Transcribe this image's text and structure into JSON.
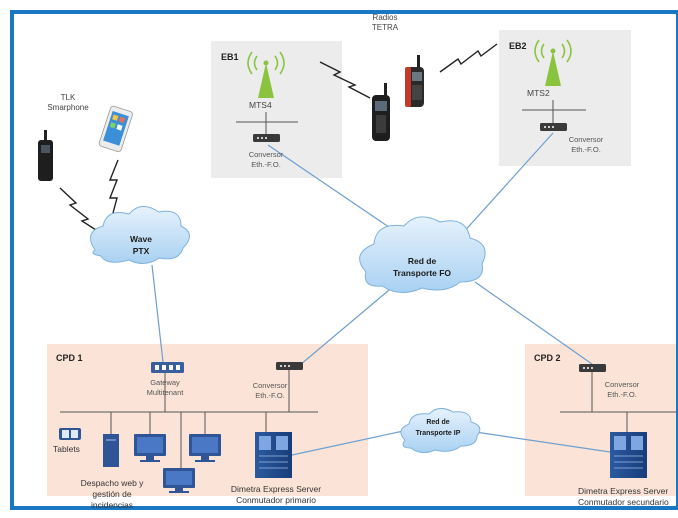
{
  "sites": {
    "eb1": {
      "title": "EB1",
      "station": "MTS4",
      "converter_line1": "Conversor",
      "converter_line2": "Eth.-F.O."
    },
    "eb2": {
      "title": "EB2",
      "station": "MTS2",
      "converter_line1": "Conversor",
      "converter_line2": "Eth.-F.O."
    },
    "cpd1": {
      "title": "CPD 1",
      "gateway_line1": "Gateway",
      "gateway_line2": "Multitenant",
      "converter_line1": "Conversor",
      "converter_line2": "Eth.-F.O.",
      "tablets": "Tablets",
      "dispatch_line1": "Despacho web y",
      "dispatch_line2": "gestión de",
      "dispatch_line3": "incidencias",
      "server_line1": "Dimetra Express Server",
      "server_line2": "Conmutador primario"
    },
    "cpd2": {
      "title": "CPD 2",
      "converter_line1": "Conversor",
      "converter_line2": "Eth.-F.O.",
      "server_line1": "Dimetra Express Server",
      "server_line2": "Conmutador secundario"
    }
  },
  "radios": {
    "label_line1": "Radios",
    "label_line2": "TETRA"
  },
  "tlk": {
    "label_line1": "TLK",
    "label_line2": "Smarphone"
  },
  "clouds": {
    "wave": {
      "line1": "Wave",
      "line2": "PTX"
    },
    "fo": {
      "line1": "Red de",
      "line2": "Transporte FO"
    },
    "ip": {
      "line1": "Red de",
      "line2": "Transporte IP"
    }
  },
  "colors": {
    "frame_border": "#1a77c4",
    "site_bg": "#ececec",
    "cpd_bg": "#fbe4d7",
    "cloud": "#cfe6f9",
    "cloud_stroke": "#7fb2dd",
    "link": "#6f9fd0",
    "antenna": "#8ac43f"
  }
}
